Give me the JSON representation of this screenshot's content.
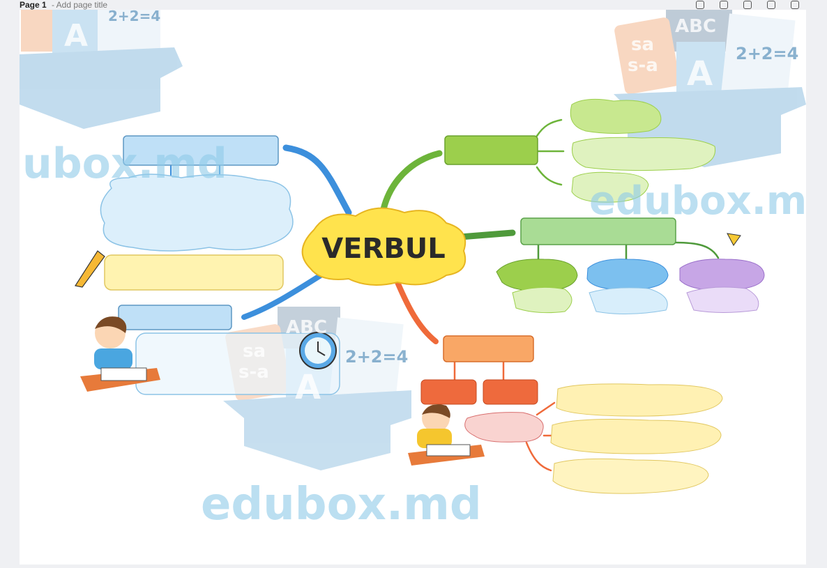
{
  "topbar": {
    "page_label": "Page 1",
    "page_title_placeholder": "- Add page title",
    "icons": [
      "comment-icon",
      "lock-icon",
      "copy-icon",
      "duplicate-icon",
      "delete-icon"
    ]
  },
  "mindmap": {
    "center": "VERBUL",
    "watermark": "edubox.md",
    "watermark_ubox": "ubox.md",
    "watermark_right": "edubox.m",
    "box_labels": {
      "abc": "ABC",
      "sa1": "sa",
      "sa2": "s-a",
      "a": "A",
      "math": "2+2=4"
    }
  },
  "colors": {
    "blue": "#bfe0f7",
    "green": "#9ccf4c",
    "orange": "#f6a05a",
    "yellow": "#fff3b0",
    "center": "#ffe34d"
  }
}
